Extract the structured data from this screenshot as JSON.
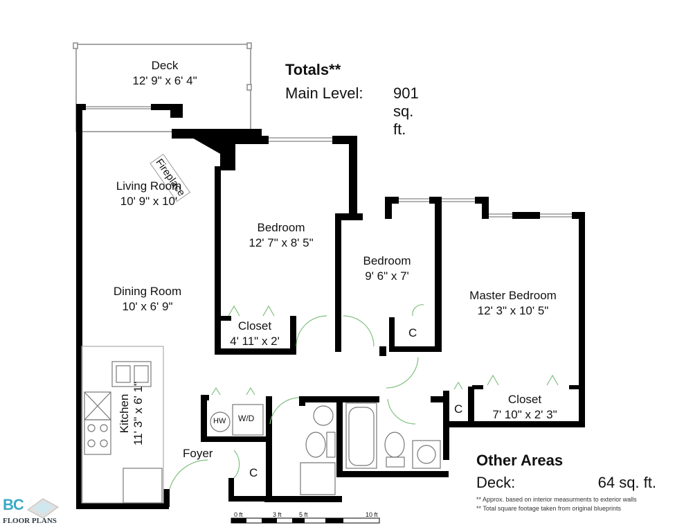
{
  "totals": {
    "title": "Totals**",
    "label": "Main Level:",
    "value": "901 sq. ft."
  },
  "other_areas": {
    "title": "Other Areas",
    "label": "Deck:",
    "value": "64 sq. ft."
  },
  "notes": [
    "** Approx. based on interior measurments to exterior walls",
    "** Total square footage taken from original blueprints"
  ],
  "rooms": {
    "deck": {
      "name": "Deck",
      "dims": "12' 9\" x 6' 4\""
    },
    "living": {
      "name": "Living Room",
      "dims": "10' 9\" x 10'"
    },
    "dining": {
      "name": "Dining Room",
      "dims": "10' x 6' 9\""
    },
    "bedroom1": {
      "name": "Bedroom",
      "dims": "12' 7\" x 8' 5\""
    },
    "closet1": {
      "name": "Closet",
      "dims": "4' 11\" x 2'"
    },
    "bedroom2": {
      "name": "Bedroom",
      "dims": "9' 6\" x 7'"
    },
    "master": {
      "name": "Master Bedroom",
      "dims": "12' 3\" x 10' 5\""
    },
    "master_closet": {
      "name": "Closet",
      "dims": "7' 10\" x 2' 3\""
    },
    "kitchen": {
      "name": "Kitchen",
      "dims": "11' 3\" x 6' 1\""
    },
    "foyer": {
      "name": "Foyer"
    },
    "fireplace": {
      "name": "Fireplace"
    }
  },
  "closet_marks": {
    "bedroom2": "C",
    "master": "C",
    "foyer": "C"
  },
  "appliances": {
    "hw": "HW",
    "wd": "W/D"
  },
  "scale": {
    "labels": [
      "0 ft",
      "3 ft",
      "5 ft",
      "10 ft"
    ]
  },
  "brand": {
    "mark": "BC",
    "name": "FLOOR PLANS"
  },
  "colors": {
    "wall": "#000000",
    "fixture": "#888888",
    "door_swing": "#7fbf7f",
    "brand": "#3aa9c7"
  }
}
